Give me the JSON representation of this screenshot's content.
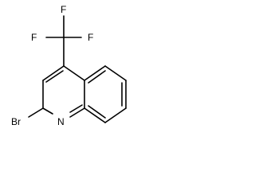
{
  "molecule": {
    "atoms": {
      "f_top": "F",
      "f_left": "F",
      "f_right": "F",
      "bromine": "Br",
      "nitrogen": "N"
    },
    "colors": {
      "bond": "#000000",
      "label": "#000000",
      "background": "#ffffff"
    }
  }
}
